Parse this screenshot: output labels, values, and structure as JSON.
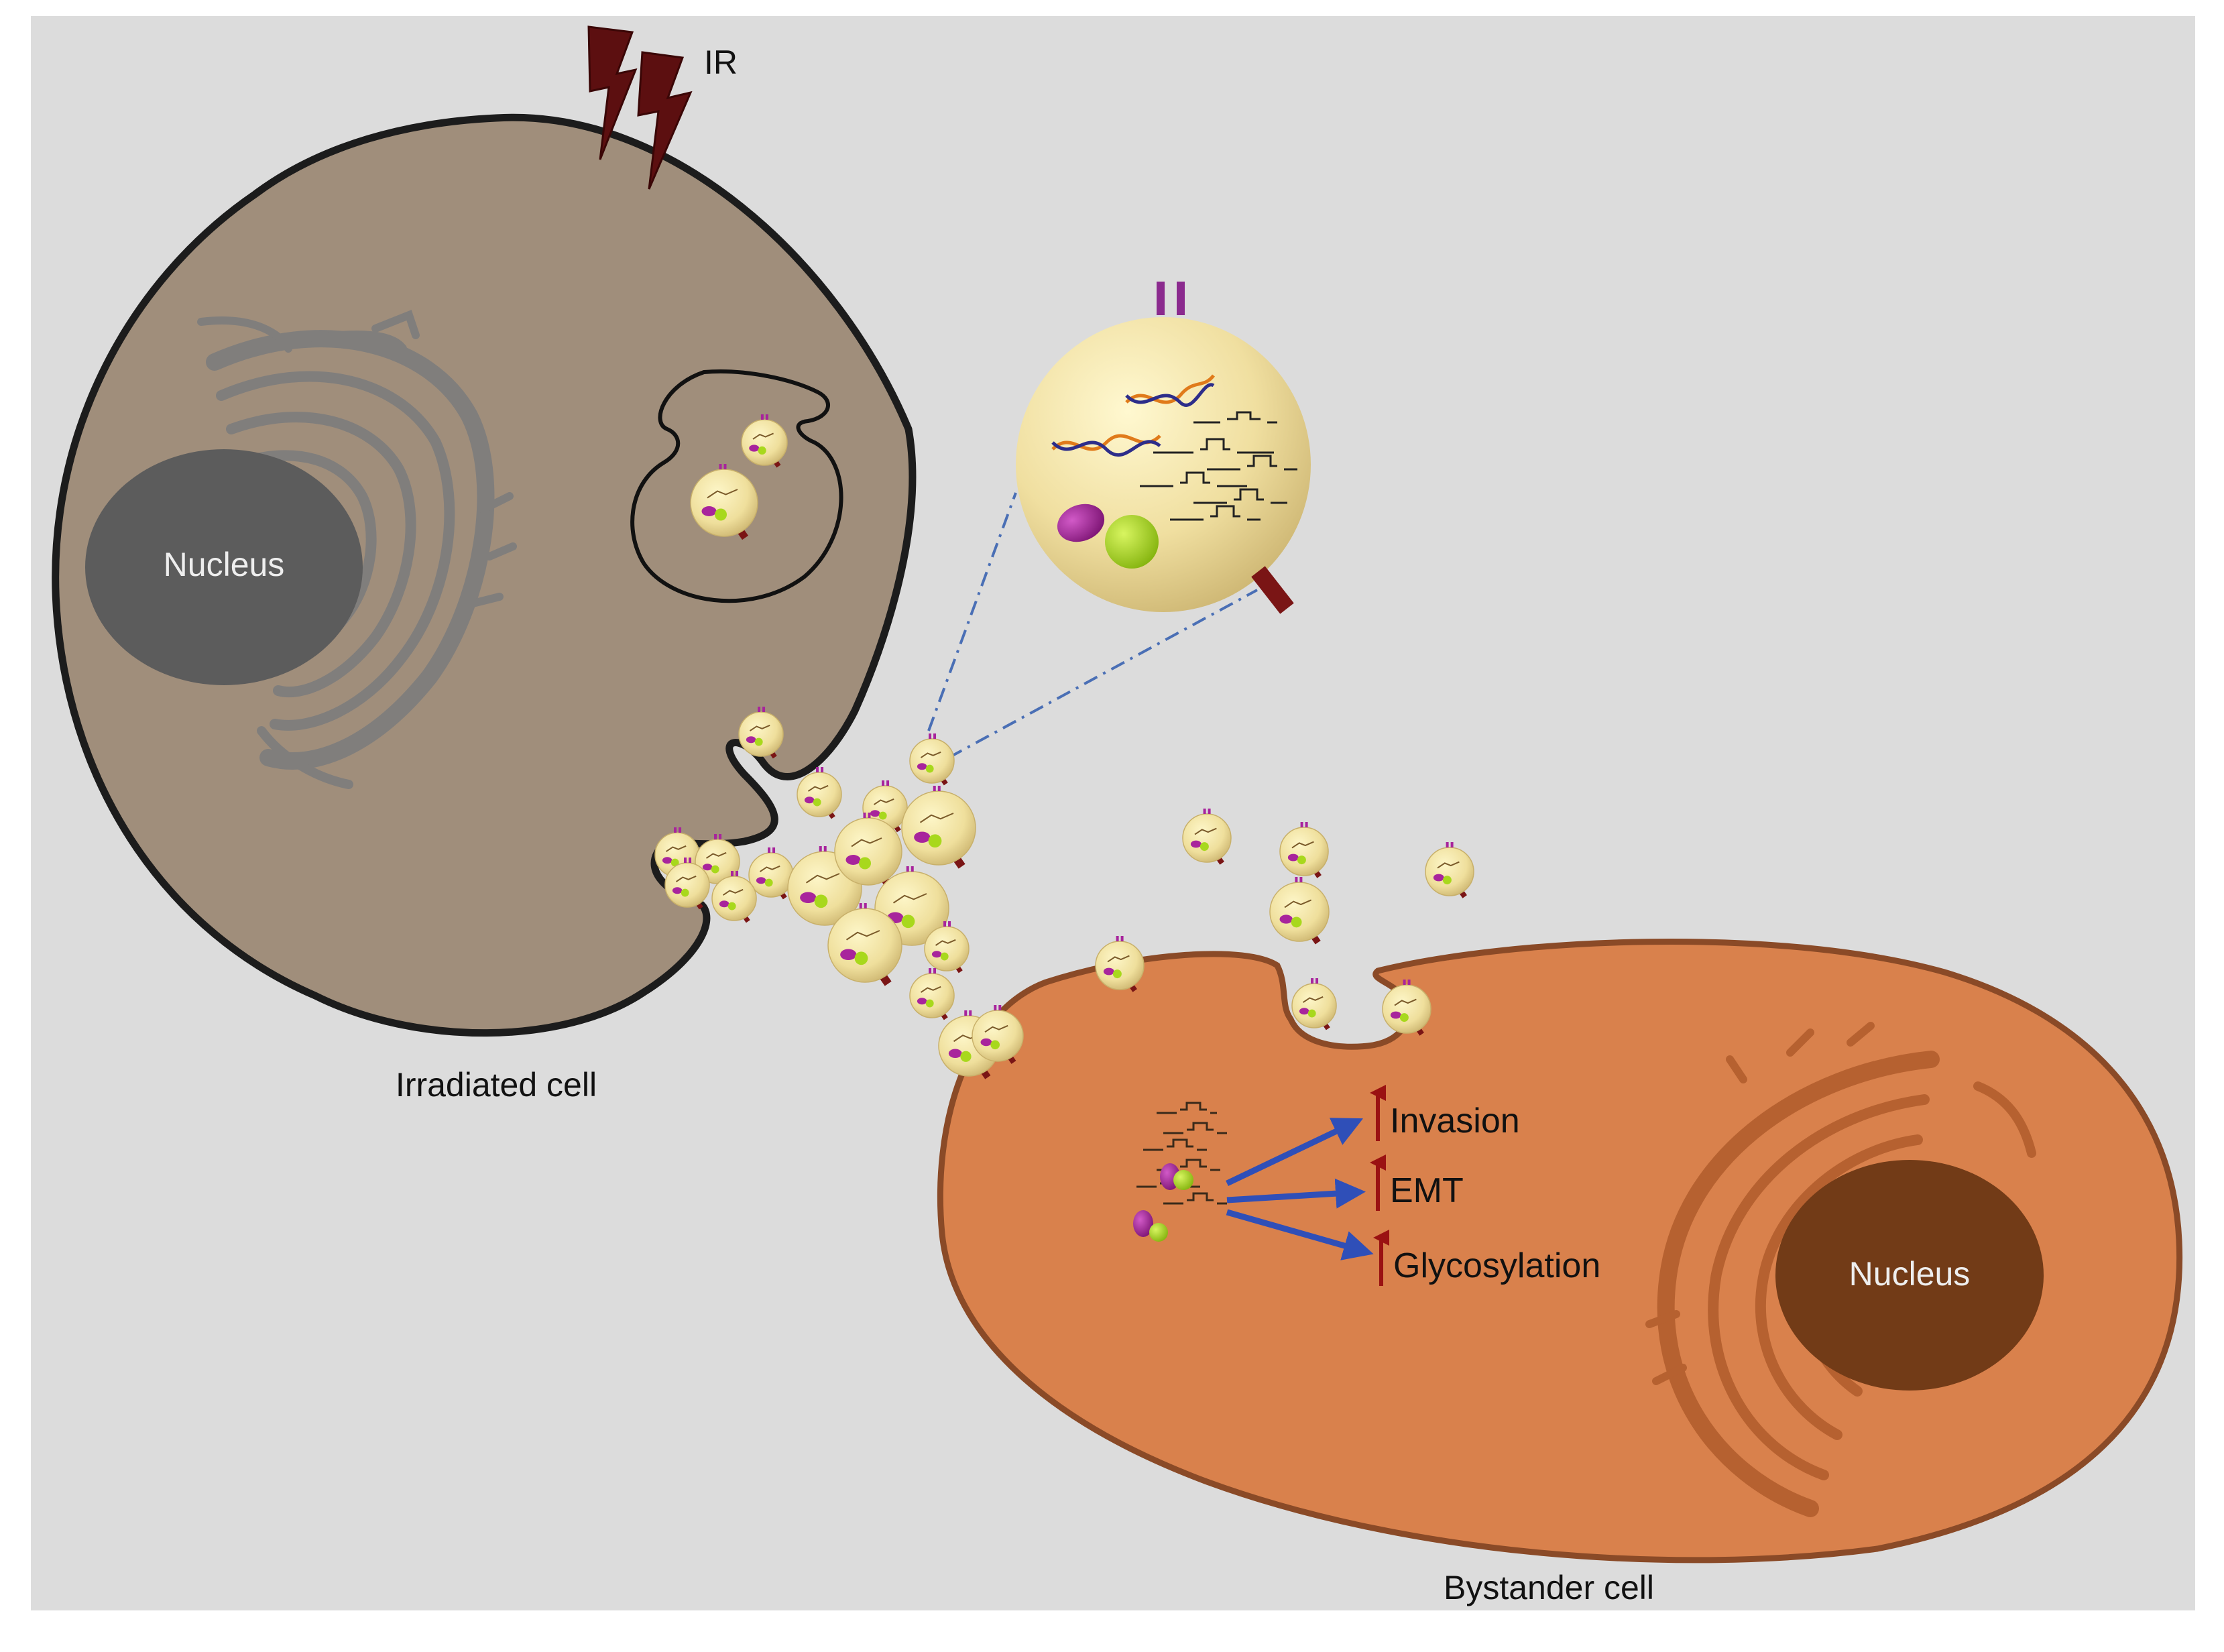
{
  "labels": {
    "radiation": "IR",
    "irradiated_cell": "Irradiated cell",
    "bystander_cell": "Bystander cell",
    "nucleus_irradiated": "Nucleus",
    "nucleus_bystander": "Nucleus"
  },
  "effects": [
    {
      "label": "Invasion",
      "direction": "up"
    },
    {
      "label": "EMT",
      "direction": "up"
    },
    {
      "label": "Glycosylation",
      "direction": "up"
    }
  ],
  "colors": {
    "background": "#dcdcdc",
    "irradiated_cell": "#a08e7b",
    "irradiated_nucleus": "#5c5c5c",
    "golgi_irradiated": "#7d7d7d",
    "bystander_cell": "#d9814c",
    "bystander_nucleus": "#723b17",
    "golgi_bystander": "#b5602f",
    "vesicle": "#efdf9c",
    "arrow_blue": "#2f4fb8",
    "up_arrow_red": "#9a1212",
    "lightning": "#5c0f10",
    "protein_magenta": "#a8249c",
    "protein_green": "#a8d81c",
    "receptor": "#7a1515"
  }
}
